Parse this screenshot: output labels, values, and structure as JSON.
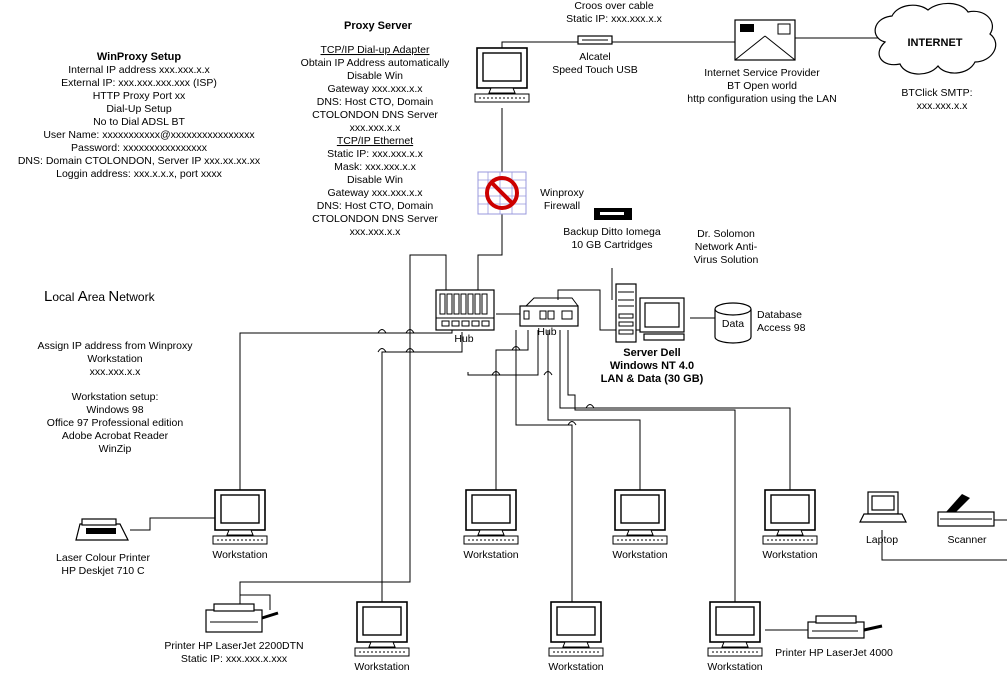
{
  "winproxy_setup": {
    "title": "WinProxy Setup",
    "lines": [
      "Internal IP address xxx.xxx.x.x",
      "External IP: xxx.xxx.xxx.xxx (ISP)",
      "HTTP Proxy Port xx",
      "Dial-Up Setup",
      "No to Dial ADSL BT",
      "User Name: xxxxxxxxxxx@xxxxxxxxxxxxxxxx",
      "Password: xxxxxxxxxxxxxxxx",
      "DNS: Domain CTOLONDON, Server IP xxx.xx.xx.xx",
      "Loggin address: xxx.x.x.x, port xxxx"
    ]
  },
  "proxy_server": {
    "title": "Proxy Server",
    "dialup_heading": "TCP/IP Dial-up Adapter",
    "dialup_lines": [
      "Obtain IP Address automatically",
      "Disable Win",
      "Gateway xxx.xxx.x.x",
      "DNS: Host CTO, Domain",
      "CTOLONDON DNS Server",
      "xxx.xxx.x.x"
    ],
    "ethernet_heading": "TCP/IP Ethernet",
    "ethernet_lines": [
      "Static IP: xxx.xxx.x.x",
      "Mask: xxx.xxx.x.x",
      "Disable Win",
      "Gateway xxx.xxx.x.x",
      "DNS: Host CTO, Domain",
      "CTOLONDON DNS Server",
      "xxx.xxx.x.x"
    ]
  },
  "cable": {
    "lines": [
      "Croos over cable",
      "Static IP: xxx.xxx.x.x"
    ]
  },
  "modem": {
    "lines": [
      "Alcatel",
      "Speed Touch USB"
    ]
  },
  "isp": {
    "lines": [
      "Internet Service Provider",
      "BT Open world",
      "http configuration using the LAN"
    ]
  },
  "internet": {
    "label": "INTERNET"
  },
  "smtp": {
    "lines": [
      "BTClick SMTP:",
      "xxx.xxx.x.x"
    ]
  },
  "firewall": {
    "lines": [
      "Winproxy",
      "Firewall"
    ]
  },
  "backup": {
    "lines": [
      "Backup Ditto Iomega",
      "10 GB Cartridges"
    ]
  },
  "antivirus": {
    "lines": [
      "Dr. Solomon",
      "Network Anti-",
      "Virus Solution"
    ]
  },
  "database": {
    "label": "Data",
    "lines": [
      "Database",
      "Access 98"
    ]
  },
  "server": {
    "lines": [
      "Server Dell",
      "Windows NT 4.0",
      "LAN & Data (30 GB)"
    ]
  },
  "hubs": {
    "main": "Hub",
    "second": "Hub"
  },
  "lan": {
    "title_parts": [
      {
        "cap": "L",
        "rest": "ocal "
      },
      {
        "cap": "A",
        "rest": "rea "
      },
      {
        "cap": "N",
        "rest": "etwork"
      }
    ]
  },
  "assign_ip": {
    "lines": [
      "Assign IP address from Winproxy",
      "Workstation",
      "xxx.xxx.x.x"
    ]
  },
  "ws_setup": {
    "lines": [
      "Workstation setup:",
      "Windows 98",
      "Office 97 Professional edition",
      "Adobe Acrobat Reader",
      "WinZip"
    ]
  },
  "workstation_label": "Workstation",
  "laser_colour": {
    "lines": [
      "Laser Colour Printer",
      "HP Deskjet 710 C"
    ]
  },
  "printer_2200": {
    "lines": [
      "Printer HP LaserJet 2200DTN",
      "Static IP: xxx.xxx.x.xxx"
    ]
  },
  "printer_4000": {
    "label": "Printer HP LaserJet 4000"
  },
  "laptop": {
    "label": "Laptop"
  },
  "scanner": {
    "label": "Scanner"
  }
}
